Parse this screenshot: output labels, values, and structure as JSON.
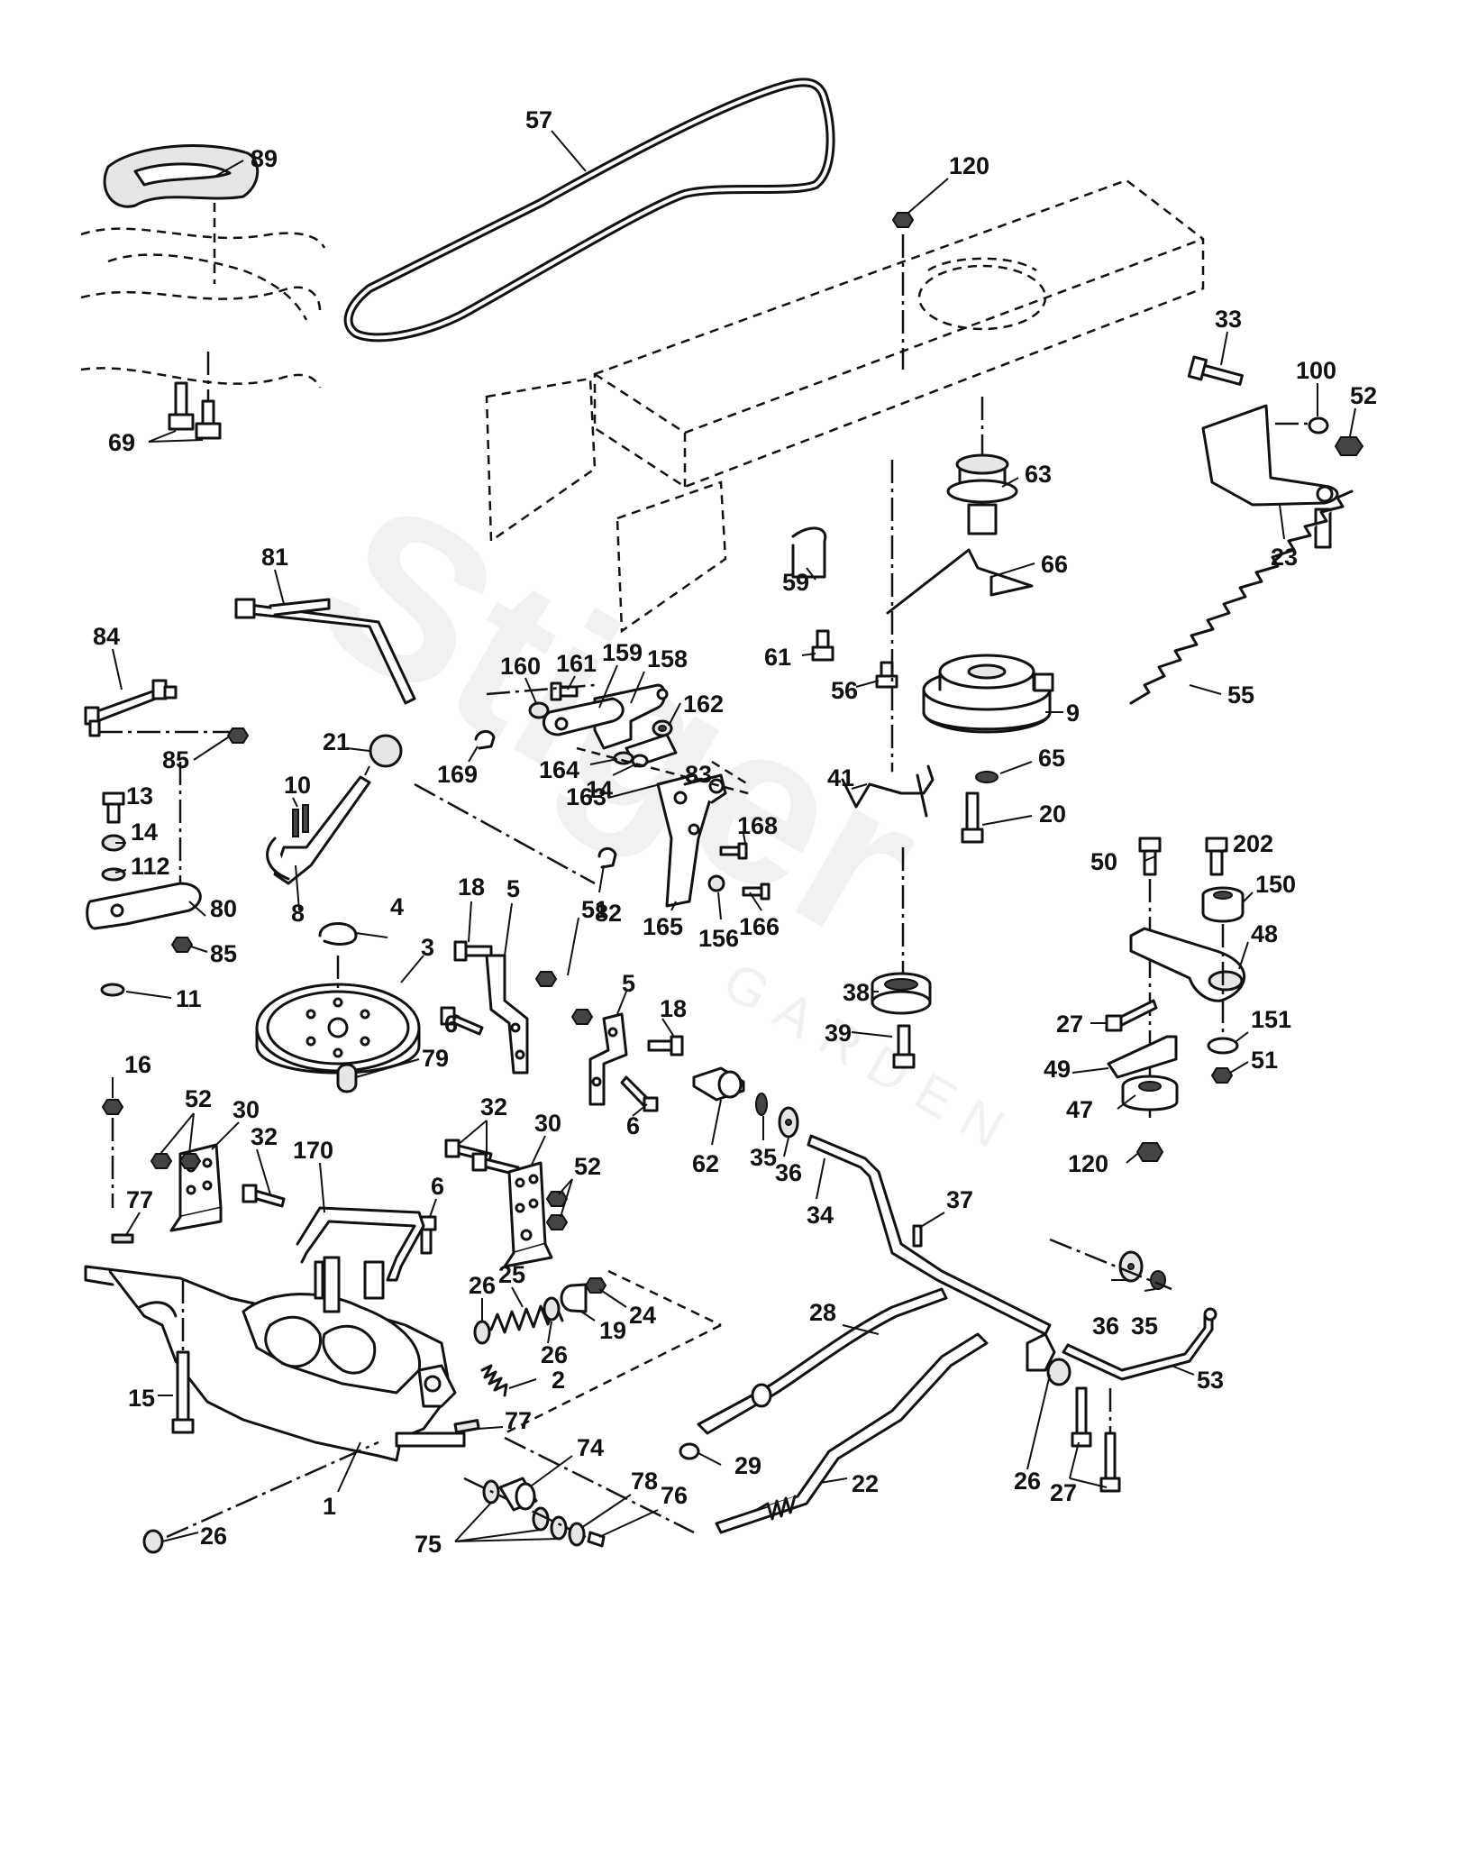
{
  "watermark": {
    "brand": "Stiger",
    "sub": "GARDEN"
  },
  "callouts": {
    "c89": "89",
    "c57": "57",
    "c120a": "120",
    "c69": "69",
    "c33": "33",
    "c100": "100",
    "c52a": "52",
    "c63": "63",
    "c23": "23",
    "c81": "81",
    "c59": "59",
    "c66": "66",
    "c84": "84",
    "c61": "61",
    "c160": "160",
    "c161": "161",
    "c159": "159",
    "c158": "158",
    "c56": "56",
    "c162": "162",
    "c55": "55",
    "c85a": "85",
    "c169": "169",
    "c21": "21",
    "c164": "164",
    "c14a": "14",
    "c9": "9",
    "c83": "83",
    "c41": "41",
    "c65": "65",
    "c13": "13",
    "c10": "10",
    "c163": "163",
    "c20": "20",
    "c14b": "14",
    "c168": "168",
    "c112": "112",
    "c18a": "18",
    "c5a": "5",
    "c50": "50",
    "c202": "202",
    "c150": "150",
    "c8": "8",
    "c82": "82",
    "c80": "80",
    "c4": "4",
    "c165": "165",
    "c166": "166",
    "c38": "38",
    "c85b": "85",
    "c51a": "51",
    "c156": "156",
    "c48": "48",
    "c3": "3",
    "c11": "11",
    "c5b": "5",
    "c6a": "6",
    "c18b": "18",
    "c27a": "27",
    "c151": "151",
    "c39": "39",
    "c79": "79",
    "c49": "49",
    "c51b": "51",
    "c16": "16",
    "c52b": "52",
    "c30a": "30",
    "c6b": "6",
    "c47": "47",
    "c32a": "32",
    "c32b": "32",
    "c30b": "30",
    "c62": "62",
    "c170": "170",
    "c52c": "52",
    "c120b": "120",
    "c35a": "35",
    "c6c": "6",
    "c36a": "36",
    "c37": "37",
    "c77a": "77",
    "c34": "34",
    "c25": "25",
    "c26a": "26",
    "c24": "24",
    "c28": "28",
    "c36b": "36",
    "c35b": "35",
    "c19": "19",
    "c26b": "26",
    "c53": "53",
    "c2": "2",
    "c15": "15",
    "c77b": "77",
    "c29": "29",
    "c74": "74",
    "c22": "22",
    "c26c": "26",
    "c1": "1",
    "c78": "78",
    "c76": "76",
    "c27b": "27",
    "c26d": "26",
    "c75": "75"
  }
}
